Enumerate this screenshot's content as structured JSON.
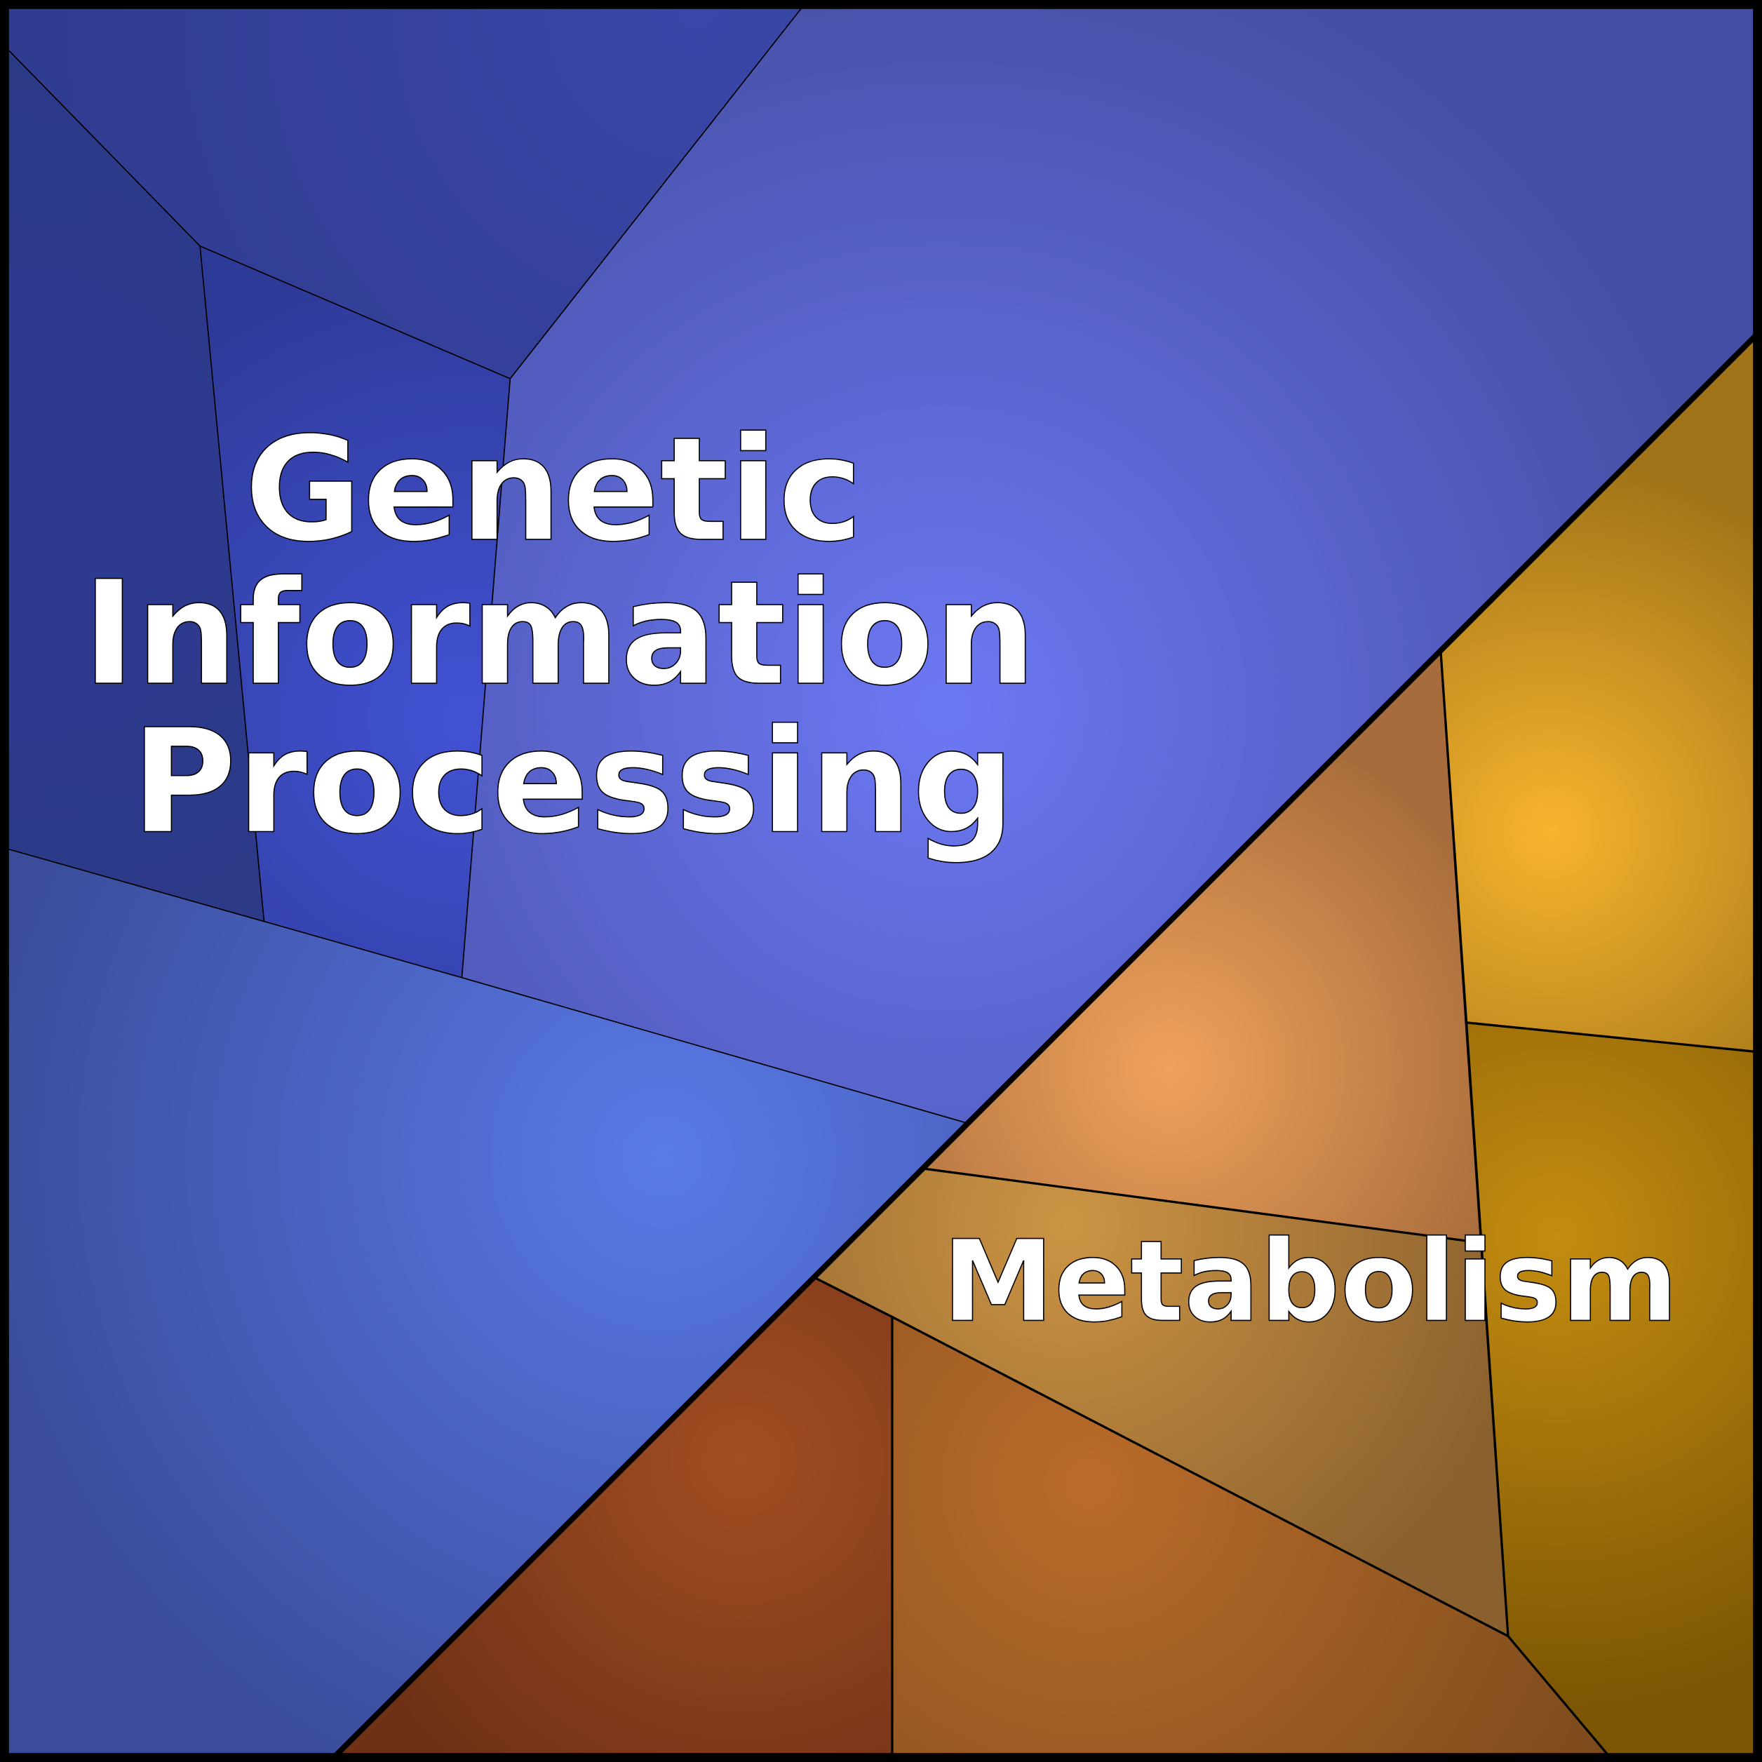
{
  "title": "Voronoi treemap",
  "groups": [
    {
      "name": "genetic-information-processing",
      "label_lines": [
        "Genetic",
        "Information",
        "Processing"
      ]
    },
    {
      "name": "metabolism",
      "label_lines": [
        "Metabolism"
      ]
    }
  ],
  "colors": {
    "genetic_dark": "#2e3a90",
    "genetic_light": "#6b75f0",
    "metabolism_dark": "#7c5604",
    "metabolism_light": "#f8b22e",
    "border": "#000000"
  }
}
